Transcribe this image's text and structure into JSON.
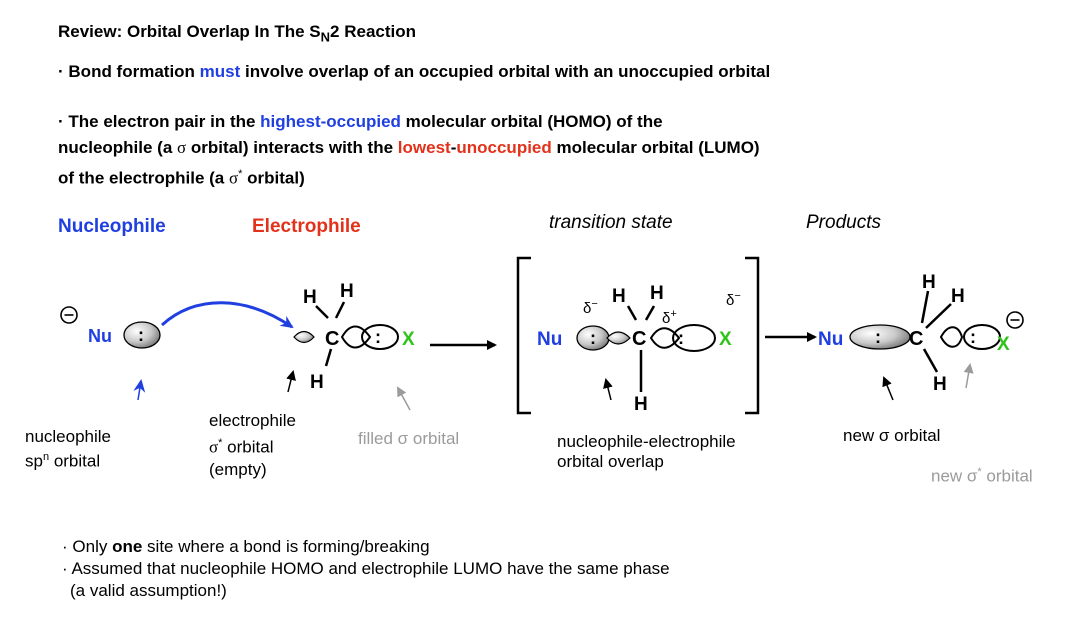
{
  "title": {
    "prefix": "Review: Orbital Overlap In The S",
    "sub": "N",
    "suffix": "2 Reaction"
  },
  "bullet1": {
    "bullet": "·",
    "a": "Bond formation ",
    "must": "must",
    "b": " involve overlap of an occupied orbital with an unoccupied orbital"
  },
  "bullet2": {
    "bullet": "·",
    "l1a": "The electron pair in the ",
    "homo_word": "highest-occupied",
    "l1b": " molecular orbital (HOMO) of the",
    "l2a": "nucleophile (a ",
    "sigma": "σ",
    "l2b": " orbital) interacts with the ",
    "lowest": "lowest",
    "dash": "-",
    "unocc": "unoccupied",
    "l2c": " molecular orbital (LUMO)",
    "l3a": "of the electrophile (a ",
    "sigma_star": "σ",
    "star": "*",
    "l3b": " orbital)"
  },
  "headings": {
    "nucleophile": "Nucleophile",
    "electrophile": "Electrophile",
    "ts": "transition state",
    "products": "Products"
  },
  "atoms": {
    "H": "H",
    "C": "C",
    "X": "X",
    "Nu": "Nu",
    "minus": "−",
    "lone_pair": ":"
  },
  "partials": {
    "dminus": "δ",
    "dplus": "δ",
    "minus": "−",
    "plus": "+"
  },
  "labels": {
    "nuc_line1": "nucleophile",
    "nuc_line2_a": "sp",
    "nuc_line2_sup": "n",
    "nuc_line2_b": " orbital",
    "elec_line1": "electrophile",
    "elec_line2_sigma": "σ",
    "elec_line2_star": "*",
    "elec_line2_b": " orbital",
    "elec_line3": "(empty)",
    "filled": "filled σ orbital",
    "overlap_line1": "nucleophile-electrophile",
    "overlap_line2": "orbital overlap",
    "new_sigma": "new σ orbital",
    "new_sigma_star_a": "new σ",
    "new_sigma_star_sup": "*",
    "new_sigma_star_b": " orbital"
  },
  "notes": {
    "n1_bullet": "·",
    "n1_a": "Only ",
    "n1_one": "one",
    "n1_b": " site where a bond is forming/breaking",
    "n2_bullet": "·",
    "n2": "Assumed that nucleophile HOMO and electrophile LUMO have the same phase",
    "n3": "(a valid assumption!)"
  },
  "colors": {
    "blue": "#1f3fe0",
    "red": "#e3321b",
    "green": "#2ec41a",
    "grey": "#9b9b9b"
  }
}
